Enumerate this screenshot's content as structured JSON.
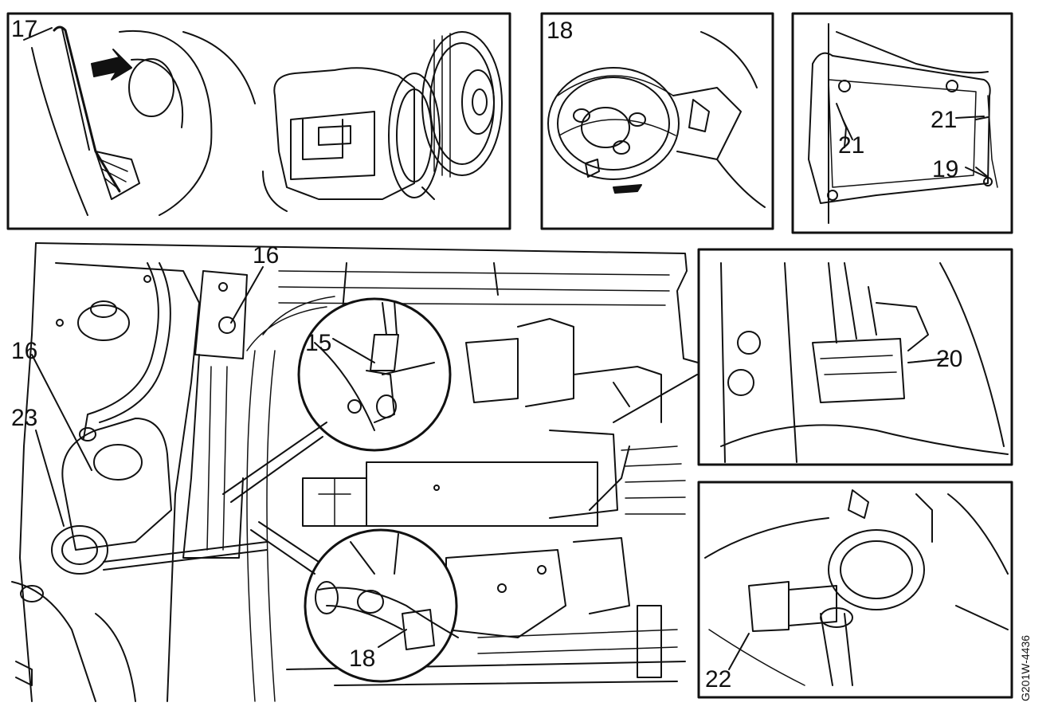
{
  "figure_code": "G201W-4436",
  "callouts": {
    "c15": "15",
    "c16_top": "16",
    "c16_left": "16",
    "c17": "17",
    "c18_inset": "18",
    "c18_circle": "18",
    "c19": "19",
    "c20": "20",
    "c21_left": "21",
    "c21_right": "21",
    "c22": "22",
    "c23": "23"
  },
  "colors": {
    "ink": "#111111",
    "paper": "#ffffff"
  }
}
